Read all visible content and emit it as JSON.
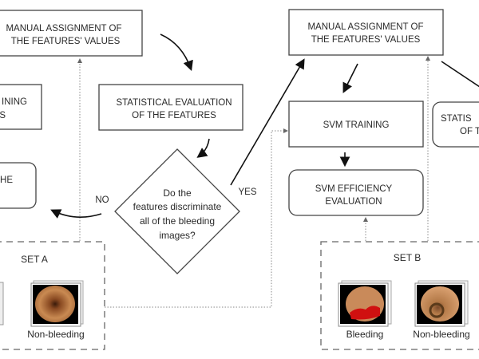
{
  "left": {
    "manual_box": [
      "MANUAL ASSIGNMENT OF",
      "THE FEATURES' VALUES"
    ],
    "partial_box_1": [
      "INING",
      "S"
    ],
    "partial_box_2": [
      "HE"
    ],
    "stat_box": [
      "STATISTICAL EVALUATION",
      "OF THE FEATURES"
    ],
    "decision": [
      "Do the",
      "features discriminate",
      "all of the bleeding",
      "images?"
    ],
    "no_label": "NO",
    "yes_label": "YES",
    "set": {
      "title": "SET A",
      "images": [
        "Non-bleeding"
      ]
    }
  },
  "right": {
    "manual_box": [
      "MANUAL ASSIGNMENT OF",
      "THE FEATURES' VALUES"
    ],
    "svm_training": "SVM TRAINING",
    "svm_efficiency": [
      "SVM EFFICIENCY",
      "EVALUATION"
    ],
    "partial_box": [
      "STATIS",
      "OF T"
    ],
    "set": {
      "title": "SET B",
      "images": [
        "Bleeding",
        "Non-bleeding"
      ]
    }
  }
}
